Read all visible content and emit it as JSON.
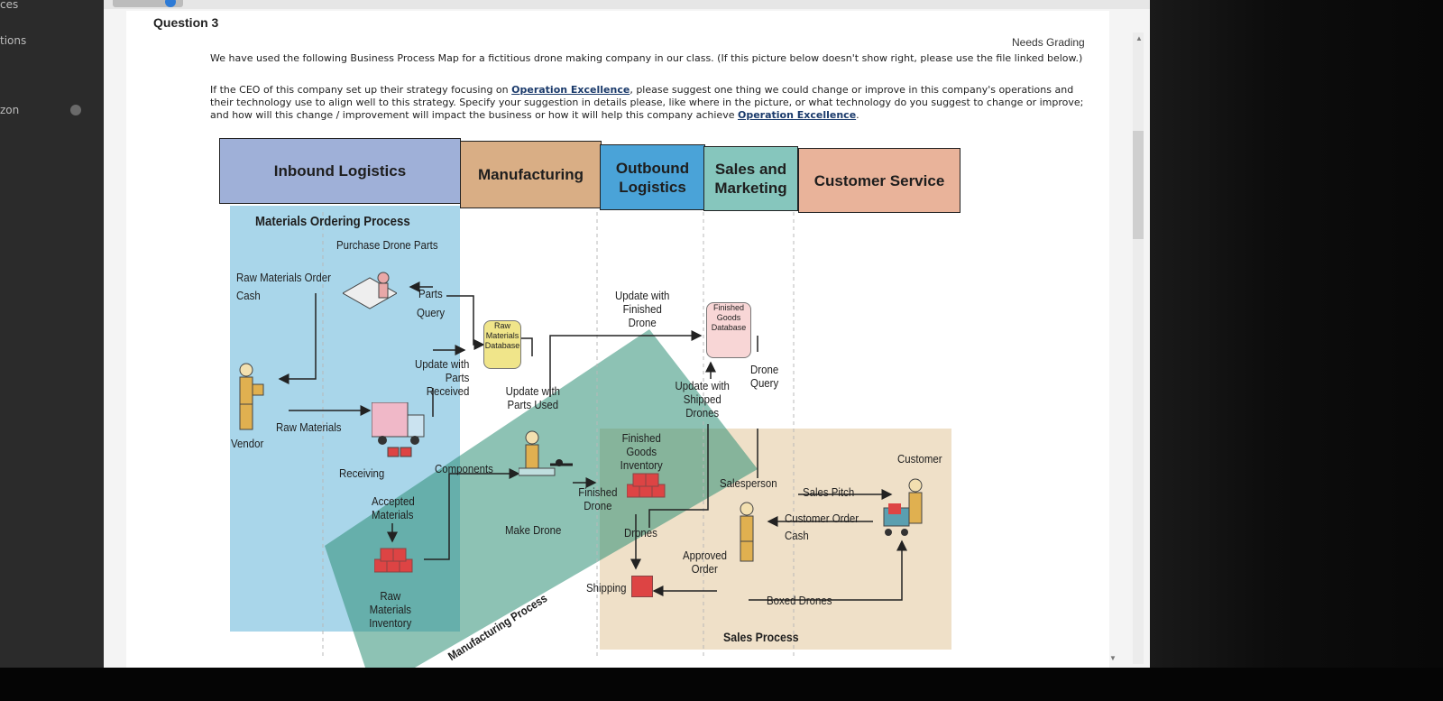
{
  "sidebar": {
    "items": [
      {
        "label": "ces"
      },
      {
        "label": "tions"
      },
      {
        "label": "zon"
      }
    ]
  },
  "question": {
    "title": "Question 3",
    "status": "Needs Grading",
    "line1": "We have used the following Business Process Map for a fictitious drone making company in our class. (If this picture below doesn't show right, please use the file linked below.)",
    "line2_pre": "If the CEO of this company set up their strategy focusing on ",
    "line2_link": "Operation Excellence",
    "line2_post": ", please suggest one thing we could change or improve in this company's operations and",
    "line3": "their technology use to align well to this strategy. Specify your suggestion in details please, like where in the picture, or what technology do you suggest to change or improve;",
    "line4_pre": "and how will this change / improvement will impact the business or how it will help this company achieve ",
    "line4_link": "Operation Excellence",
    "line4_post": "."
  },
  "diagram": {
    "headers": [
      "Inbound Logistics",
      "Manufacturing",
      "Outbound Logistics",
      "Sales and Marketing",
      "Customer Service"
    ],
    "header_colors": [
      "#9fb0d8",
      "#d9ae85",
      "#4aa3d8",
      "#86c6bd",
      "#e9b39a"
    ],
    "labels": {
      "materials_ordering_process": "Materials Ordering Process",
      "purchase_drone_parts": "Purchase Drone Parts",
      "raw_materials_order": "Raw Materials Order",
      "cash": "Cash",
      "parts": "Parts",
      "query": "Query",
      "raw_materials_database": "Raw Materials Database",
      "update_with_parts_received": "Update with Parts Received",
      "vendor": "Vendor",
      "raw_materials": "Raw Materials",
      "receiving": "Receiving",
      "components": "Components",
      "accepted_materials": "Accepted Materials",
      "raw_materials_inventory": "Raw Materials Inventory",
      "update_with_parts_used": "Update with Parts Used",
      "make_drone": "Make Drone",
      "finished_drone": "Finished Drone",
      "update_with_finished_drone": "Update with Finished Drone",
      "finished_goods_database": "Finished Goods Database",
      "drone_query": "Drone Query",
      "update_with_shipped_drones": "Update with Shipped Drones",
      "finished_goods_inventory": "Finished Goods Inventory",
      "drones": "Drones",
      "shipping": "Shipping",
      "approved_order": "Approved Order",
      "salesperson": "Salesperson",
      "sales_pitch": "Sales Pitch",
      "customer_order": "Customer Order",
      "customer_cash": "Cash",
      "customer": "Customer",
      "boxed_drones": "Boxed Drones",
      "sales_process": "Sales Process",
      "manufacturing_process": "Manufacturing Process"
    }
  },
  "colors": {
    "inbound_panel": "#a9d6ea",
    "manufacturing_band": "#2f8f77",
    "sales_panel": "#efe0c8"
  }
}
